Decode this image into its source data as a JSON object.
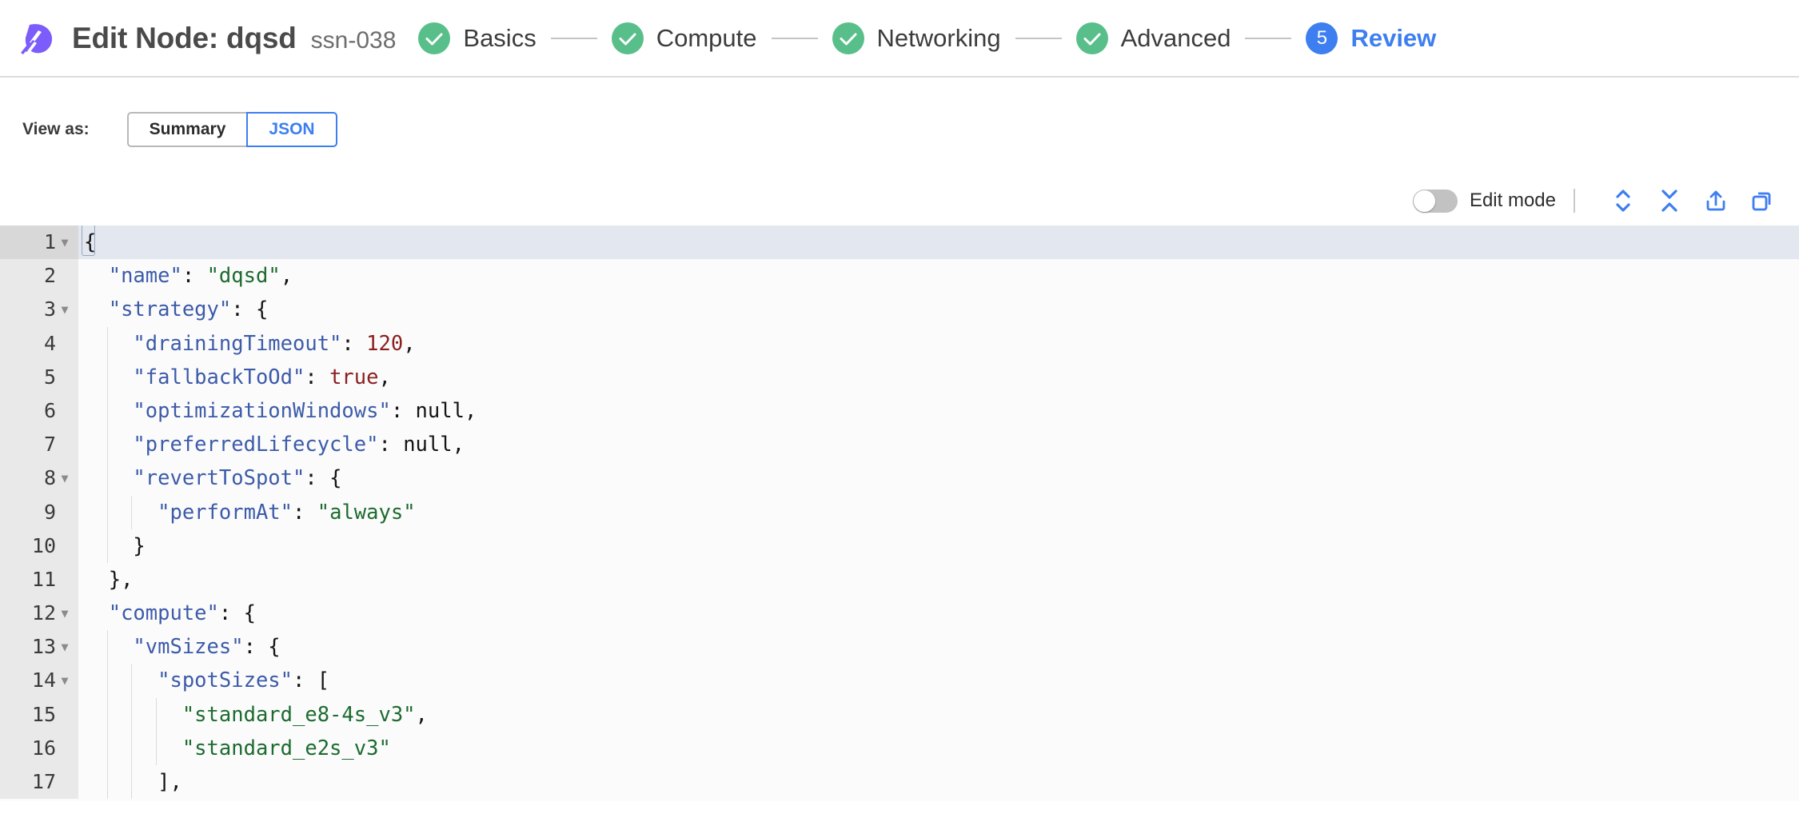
{
  "header": {
    "logo_icon": "spot-comet-logo-icon",
    "title": "Edit Node: dqsd",
    "subtitle": "ssn-038",
    "steps": [
      {
        "label": "Basics",
        "state": "done",
        "marker": "✓"
      },
      {
        "label": "Compute",
        "state": "done",
        "marker": "✓"
      },
      {
        "label": "Networking",
        "state": "done",
        "marker": "✓"
      },
      {
        "label": "Advanced",
        "state": "done",
        "marker": "✓"
      },
      {
        "label": "Review",
        "state": "active",
        "marker": "5"
      }
    ]
  },
  "view_as": {
    "label": "View as:",
    "options": [
      {
        "label": "Summary",
        "selected": false
      },
      {
        "label": "JSON",
        "selected": true
      }
    ]
  },
  "toolbar": {
    "edit_mode_label": "Edit mode",
    "edit_mode_on": false,
    "icons": [
      {
        "name": "expand-all-icon",
        "title": "Expand all"
      },
      {
        "name": "collapse-all-icon",
        "title": "Collapse all"
      },
      {
        "name": "export-icon",
        "title": "Export"
      },
      {
        "name": "copy-icon",
        "title": "Copy"
      }
    ]
  },
  "colors": {
    "brand_purple": "#7c5cfa",
    "step_done_green": "#58bf8a",
    "step_active_blue": "#3d7ef0",
    "link_blue": "#3d7ef0",
    "json_key": "#3c5ba9",
    "json_string": "#1d6b2f",
    "json_number": "#8b1f1f",
    "json_null": "#141414"
  },
  "editor": {
    "active_line": 1,
    "lines": [
      {
        "n": 1,
        "fold": true,
        "indent": 0,
        "tokens": [
          {
            "t": "punct",
            "v": "{",
            "cursor": true
          }
        ]
      },
      {
        "n": 2,
        "fold": false,
        "indent": 1,
        "tokens": [
          {
            "t": "key",
            "v": "\"name\""
          },
          {
            "t": "punct",
            "v": ": "
          },
          {
            "t": "str",
            "v": "\"dqsd\""
          },
          {
            "t": "punct",
            "v": ","
          }
        ]
      },
      {
        "n": 3,
        "fold": true,
        "indent": 1,
        "tokens": [
          {
            "t": "key",
            "v": "\"strategy\""
          },
          {
            "t": "punct",
            "v": ": {"
          }
        ]
      },
      {
        "n": 4,
        "fold": false,
        "indent": 2,
        "tokens": [
          {
            "t": "key",
            "v": "\"drainingTimeout\""
          },
          {
            "t": "punct",
            "v": ": "
          },
          {
            "t": "num",
            "v": "120"
          },
          {
            "t": "punct",
            "v": ","
          }
        ]
      },
      {
        "n": 5,
        "fold": false,
        "indent": 2,
        "tokens": [
          {
            "t": "key",
            "v": "\"fallbackToOd\""
          },
          {
            "t": "punct",
            "v": ": "
          },
          {
            "t": "bool",
            "v": "true"
          },
          {
            "t": "punct",
            "v": ","
          }
        ]
      },
      {
        "n": 6,
        "fold": false,
        "indent": 2,
        "tokens": [
          {
            "t": "key",
            "v": "\"optimizationWindows\""
          },
          {
            "t": "punct",
            "v": ": "
          },
          {
            "t": "null",
            "v": "null"
          },
          {
            "t": "punct",
            "v": ","
          }
        ]
      },
      {
        "n": 7,
        "fold": false,
        "indent": 2,
        "tokens": [
          {
            "t": "key",
            "v": "\"preferredLifecycle\""
          },
          {
            "t": "punct",
            "v": ": "
          },
          {
            "t": "null",
            "v": "null"
          },
          {
            "t": "punct",
            "v": ","
          }
        ]
      },
      {
        "n": 8,
        "fold": true,
        "indent": 2,
        "tokens": [
          {
            "t": "key",
            "v": "\"revertToSpot\""
          },
          {
            "t": "punct",
            "v": ": {"
          }
        ]
      },
      {
        "n": 9,
        "fold": false,
        "indent": 3,
        "tokens": [
          {
            "t": "key",
            "v": "\"performAt\""
          },
          {
            "t": "punct",
            "v": ": "
          },
          {
            "t": "str",
            "v": "\"always\""
          }
        ]
      },
      {
        "n": 10,
        "fold": false,
        "indent": 2,
        "tokens": [
          {
            "t": "punct",
            "v": "}"
          }
        ]
      },
      {
        "n": 11,
        "fold": false,
        "indent": 1,
        "tokens": [
          {
            "t": "punct",
            "v": "},"
          }
        ]
      },
      {
        "n": 12,
        "fold": true,
        "indent": 1,
        "tokens": [
          {
            "t": "key",
            "v": "\"compute\""
          },
          {
            "t": "punct",
            "v": ": {"
          }
        ]
      },
      {
        "n": 13,
        "fold": true,
        "indent": 2,
        "tokens": [
          {
            "t": "key",
            "v": "\"vmSizes\""
          },
          {
            "t": "punct",
            "v": ": {"
          }
        ]
      },
      {
        "n": 14,
        "fold": true,
        "indent": 3,
        "tokens": [
          {
            "t": "key",
            "v": "\"spotSizes\""
          },
          {
            "t": "punct",
            "v": ": ["
          }
        ]
      },
      {
        "n": 15,
        "fold": false,
        "indent": 4,
        "tokens": [
          {
            "t": "str",
            "v": "\"standard_e8-4s_v3\""
          },
          {
            "t": "punct",
            "v": ","
          }
        ]
      },
      {
        "n": 16,
        "fold": false,
        "indent": 4,
        "tokens": [
          {
            "t": "str",
            "v": "\"standard_e2s_v3\""
          }
        ]
      },
      {
        "n": 17,
        "fold": false,
        "indent": 3,
        "tokens": [
          {
            "t": "punct",
            "v": "],"
          }
        ]
      }
    ]
  }
}
